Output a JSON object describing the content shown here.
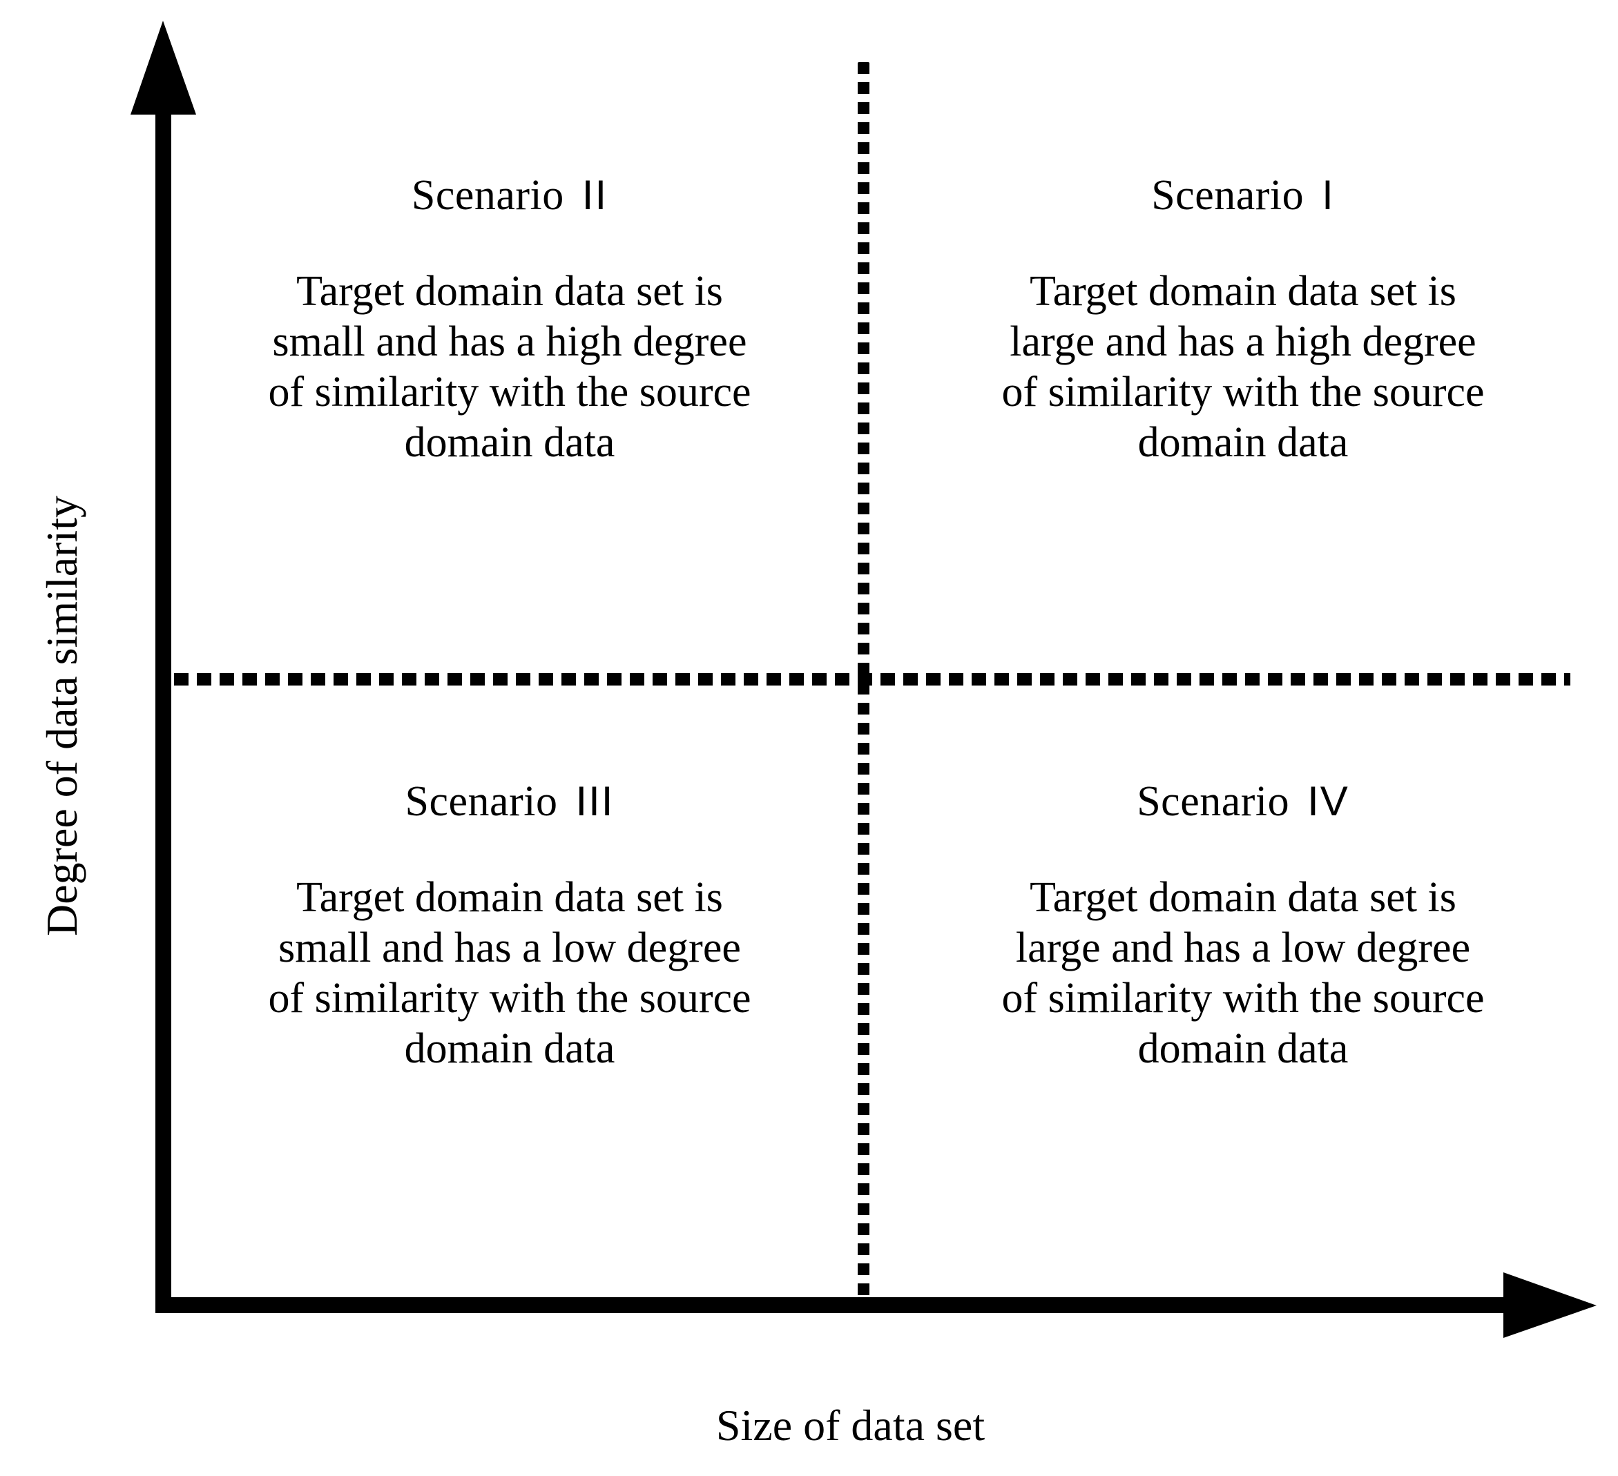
{
  "diagram": {
    "type": "quadrant-matrix",
    "axes": {
      "x": {
        "label": "Size of data set",
        "direction": "increasing-right",
        "arrow": "arrow-right-icon"
      },
      "y": {
        "label": "Degree of data similarity",
        "direction": "increasing-up",
        "arrow": "arrow-up-icon"
      }
    },
    "dividers": {
      "vertical_style": "dotted",
      "horizontal_style": "dashed",
      "color": "#000000"
    },
    "quadrants": [
      {
        "id": "quadrant-1",
        "position": "top-right",
        "title": "Scenario",
        "numeral": "I",
        "body": "Target domain data set is\nlarge and has a high degree\nof similarity with the source\ndomain data",
        "data_size": "large",
        "similarity": "high"
      },
      {
        "id": "quadrant-2",
        "position": "top-left",
        "title": "Scenario",
        "numeral": "II",
        "body": "Target domain data set is\nsmall and has a high degree\nof similarity with the source\ndomain data",
        "data_size": "small",
        "similarity": "high"
      },
      {
        "id": "quadrant-3",
        "position": "bottom-left",
        "title": "Scenario",
        "numeral": "III",
        "body": "Target domain data set is\nsmall and has a low degree\nof similarity with the source\ndomain data",
        "data_size": "small",
        "similarity": "low"
      },
      {
        "id": "quadrant-4",
        "position": "bottom-right",
        "title": "Scenario",
        "numeral": "IV",
        "body": "Target domain data set is\nlarge and has a low degree\nof similarity with the source\ndomain data",
        "data_size": "large",
        "similarity": "low"
      }
    ],
    "colors": {
      "background": "#ffffff",
      "ink": "#000000"
    }
  }
}
